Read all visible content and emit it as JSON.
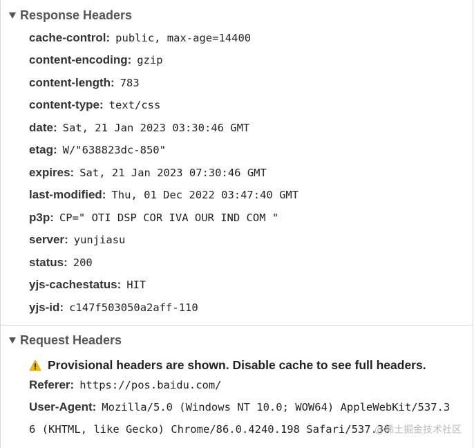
{
  "response_headers": {
    "title": "Response Headers",
    "items": [
      {
        "name": "cache-control",
        "value": "public, max-age=14400"
      },
      {
        "name": "content-encoding",
        "value": "gzip"
      },
      {
        "name": "content-length",
        "value": "783"
      },
      {
        "name": "content-type",
        "value": "text/css"
      },
      {
        "name": "date",
        "value": "Sat, 21 Jan 2023 03:30:46 GMT"
      },
      {
        "name": "etag",
        "value": "W/\"638823dc-850\""
      },
      {
        "name": "expires",
        "value": "Sat, 21 Jan 2023 07:30:46 GMT"
      },
      {
        "name": "last-modified",
        "value": "Thu, 01 Dec 2022 03:47:40 GMT"
      },
      {
        "name": "p3p",
        "value": "CP=\" OTI DSP COR IVA OUR IND COM \""
      },
      {
        "name": "server",
        "value": "yunjiasu"
      },
      {
        "name": "status",
        "value": "200"
      },
      {
        "name": "yjs-cachestatus",
        "value": "HIT"
      },
      {
        "name": "yjs-id",
        "value": "c147f503050a2aff-110"
      }
    ]
  },
  "request_headers": {
    "title": "Request Headers",
    "warning": "Provisional headers are shown. Disable cache to see full headers.",
    "items": [
      {
        "name": "Referer",
        "value": "https://pos.baidu.com/"
      },
      {
        "name": "User-Agent",
        "value": "Mozilla/5.0 (Windows NT 10.0; WOW64) AppleWebKit/537.3"
      }
    ],
    "user_agent_continuation": "6 (KHTML, like Gecko) Chrome/86.0.4240.198 Safari/537.36"
  },
  "colors": {
    "warning_icon": "#f2b600",
    "header_title": "#555555"
  },
  "watermark": "@稀土掘金技术社区"
}
